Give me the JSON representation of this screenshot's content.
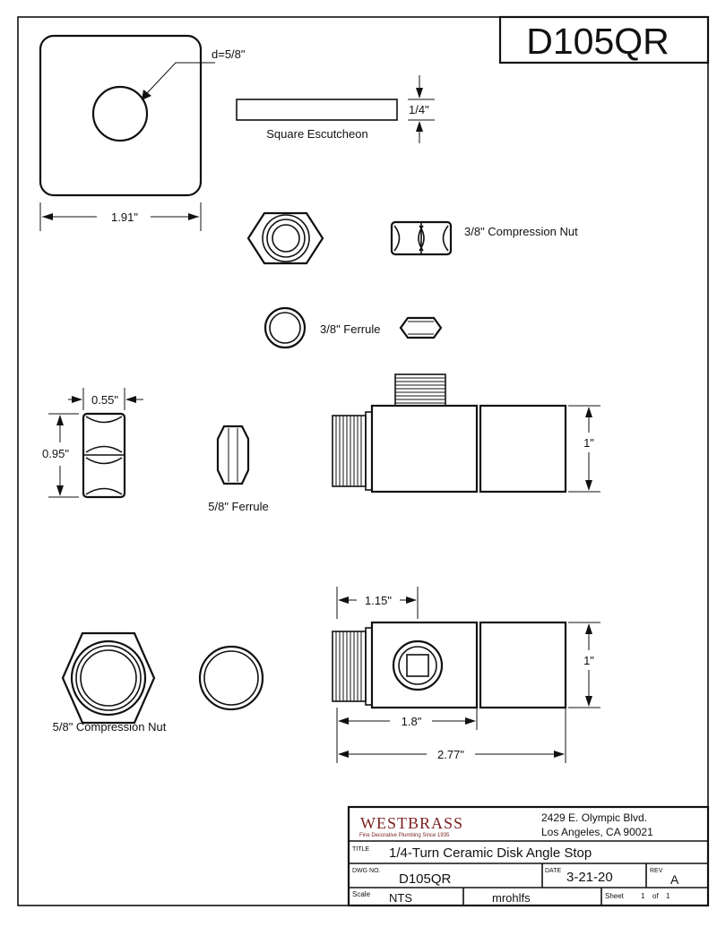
{
  "drawing": {
    "part_number": "D105QR",
    "labels": {
      "diameter": "d=5/8\"",
      "escutcheon_thickness": "1/4\"",
      "escutcheon_name": "Square Escutcheon",
      "escutcheon_width": "1.91\"",
      "compression_nut_small": "3/8\" Compression Nut",
      "ferrule_small": "3/8\" Ferrule",
      "nut_width": "0.55\"",
      "nut_height": "0.95\"",
      "ferrule_large": "5/8\" Ferrule",
      "body_height_front": "1\"",
      "outlet_offset": "1.15\"",
      "body_height_side": "1\"",
      "compression_nut_large": "5/8\" Compression Nut",
      "body_length": "1.8\"",
      "overall_length": "2.77\""
    }
  },
  "title_block": {
    "company": "WESTBRASS",
    "tagline": "Fine Decorative Plumbing Since 1935",
    "address_line1": "2429 E. Olympic Blvd.",
    "address_line2": "Los Angeles, CA 90021",
    "title_label": "TITLE",
    "title_value": "1/4-Turn Ceramic Disk Angle Stop",
    "dwg_label": "DWG NO.",
    "dwg_value": "D105QR",
    "date_label": "DATE",
    "date_value": "3-21-20",
    "rev_label": "REV",
    "rev_value": "A",
    "scale_label": "Scale",
    "scale_value": "NTS",
    "drawn_by": "mrohlfs",
    "sheet_label": "Sheet",
    "sheet_value": "1",
    "sheet_of": "of",
    "sheet_total": "1"
  }
}
